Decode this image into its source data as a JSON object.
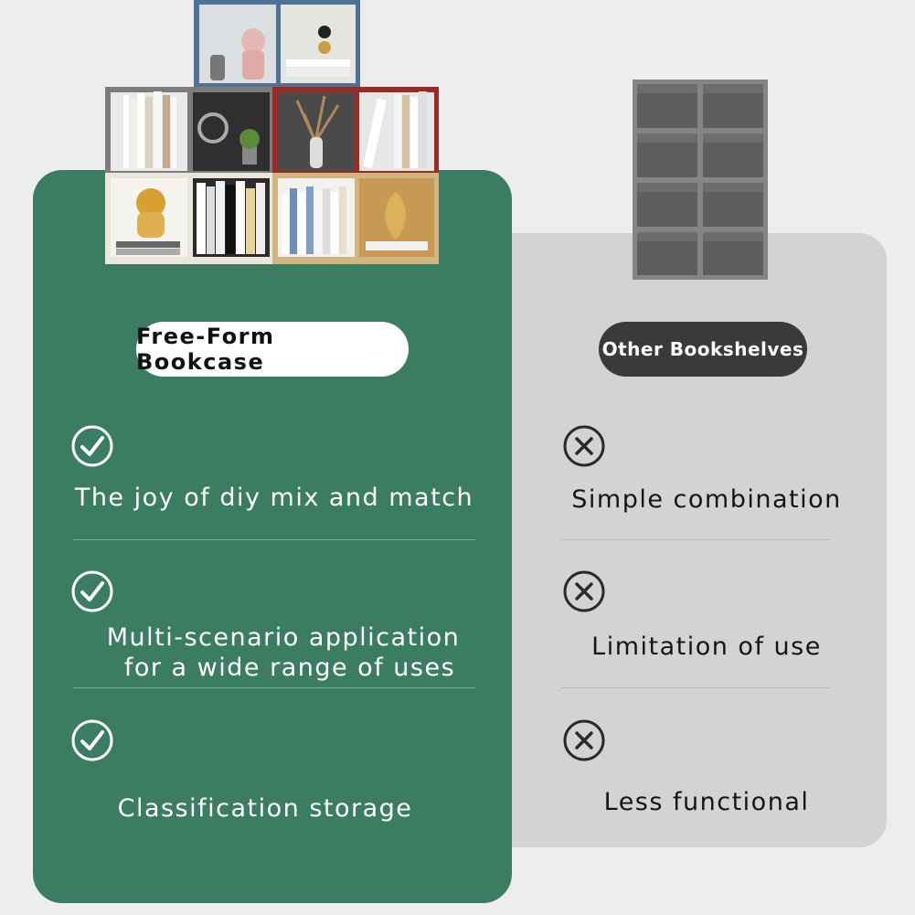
{
  "left": {
    "heading": "Free-Form Bookcase",
    "features": [
      {
        "icon": "check-circle-icon",
        "lines": [
          "The joy of diy mix and match"
        ]
      },
      {
        "icon": "check-circle-icon",
        "lines": [
          "Multi-scenario application",
          "for a wide range of uses"
        ]
      },
      {
        "icon": "check-circle-icon",
        "lines": [
          "Classification storage"
        ]
      }
    ]
  },
  "right": {
    "heading": "Other Bookshelves",
    "features": [
      {
        "icon": "x-circle-icon",
        "lines": [
          "Simple combination"
        ]
      },
      {
        "icon": "x-circle-icon",
        "lines": [
          "Limitation of use"
        ]
      },
      {
        "icon": "x-circle-icon",
        "lines": [
          "Less functional"
        ]
      }
    ]
  },
  "colors": {
    "green_panel": "#3a7d63",
    "gray_panel": "#d3d3d3",
    "dark_pill": "#3a3a3a",
    "background": "#ededed"
  }
}
